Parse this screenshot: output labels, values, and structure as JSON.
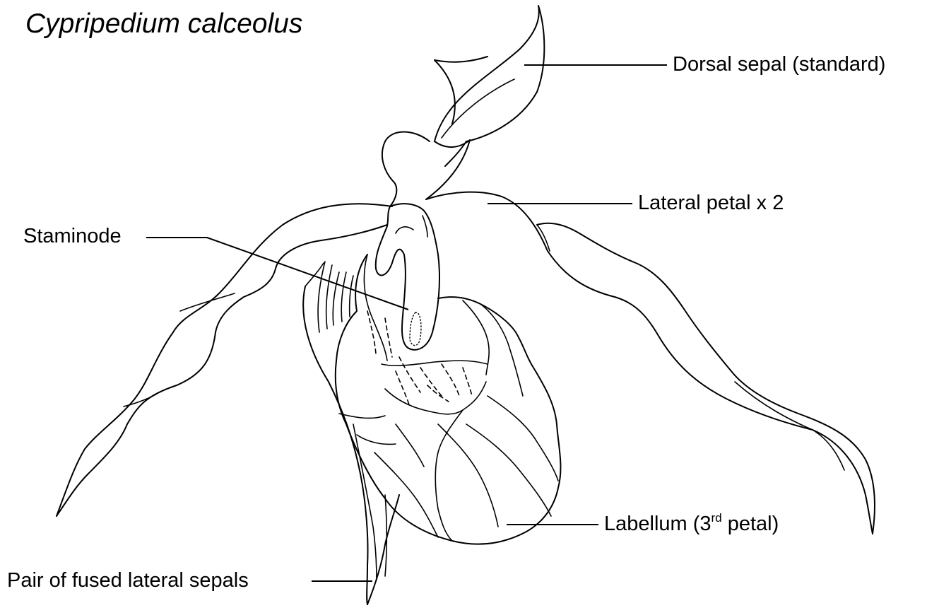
{
  "title": "Cypripedium calceolus",
  "labels": {
    "dorsal_sepal": "Dorsal sepal (standard)",
    "lateral_petal": "Lateral petal x 2",
    "staminode": "Staminode",
    "labellum_prefix": "Labellum (3",
    "labellum_sup": "rd",
    "labellum_suffix": " petal)",
    "lateral_sepals": "Pair of fused lateral sepals"
  },
  "colors": {
    "ink": "#000000",
    "background": "#ffffff"
  }
}
